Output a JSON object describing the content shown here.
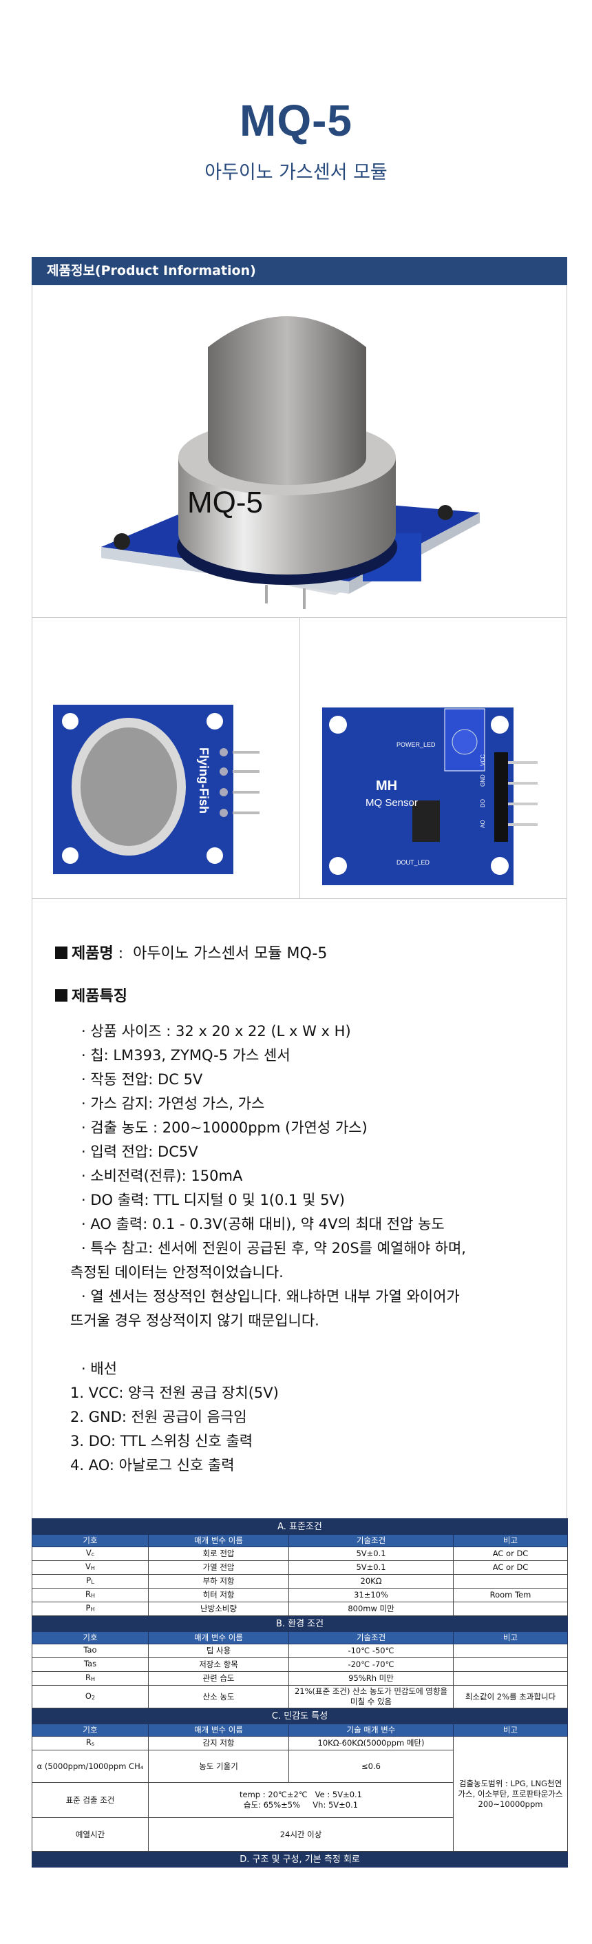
{
  "header": {
    "title": "MQ-5",
    "subtitle": "아두이노 가스센서 모듈"
  },
  "info_bar": {
    "label": "제품정보(Product Information)"
  },
  "images": {
    "main_label": "MQ-5",
    "front_label": "Flying-Fish",
    "back_labels": {
      "brand": "MH",
      "name": "MQ Sensor",
      "power_led": "POWER_LED",
      "dout_led": "DOUT_LED",
      "pins": [
        "VCC",
        "GND",
        "DO",
        "AO"
      ]
    }
  },
  "product": {
    "name_label": "제품명",
    "name_value": "아두이노 가스센서 모듈 MQ-5",
    "features_label": "제품특징",
    "features": [
      "· 상품 사이즈 : 32 x 20 x 22 (L x W x H)",
      "· 칩: LM393, ZYMQ-5 가스 센서",
      "· 작동 전압: DC 5V",
      "· 가스 감지: 가연성 가스, 가스",
      "· 검출 농도 : 200~10000ppm (가연성 가스)",
      "· 입력 전압: DC5V",
      "· 소비전력(전류): 150mA",
      "· DO 출력: TTL 디지털 0 및 1(0.1 및 5V)",
      "· AO 출력: 0.1 - 0.3V(공해 대비), 약 4V의 최대 전압 농도",
      "· 특수 참고: 센서에 전원이 공급된 후, 약 20S를 예열해야 하며,",
      "측정된 데이터는 안정적이었습니다.",
      "· 열 센서는 정상적인 현상입니다. 왜냐하면 내부 가열 와이어가",
      "뜨거울 경우 정상적이지 않기 때문입니다."
    ],
    "wiring_label": "· 배선",
    "wiring": [
      "1. VCC: 양극 전원 공급 장치(5V)",
      "2. GND: 전원 공급이 음극임",
      "3. DO: TTL 스위칭 신호 출력",
      "4. AO: 아날로그 신호 출력"
    ]
  },
  "spec": {
    "a_title": "A. 표준조건",
    "a_headers": [
      "기호",
      "매개 변수 이름",
      "기술조건",
      "비고"
    ],
    "a_rows": [
      {
        "sym": "V",
        "sub": "c",
        "name": "회로 전압",
        "cond": "5V±0.1",
        "note": "AC or DC"
      },
      {
        "sym": "V",
        "sub": "H",
        "name": "가열 전압",
        "cond": "5V±0.1",
        "note": "AC or DC"
      },
      {
        "sym": "P",
        "sub": "L",
        "name": "부하 저항",
        "cond": "20KΩ",
        "note": ""
      },
      {
        "sym": "R",
        "sub": "H",
        "name": "히터 저항",
        "cond": "31±10%",
        "note": "Room Tem"
      },
      {
        "sym": "P",
        "sub": "H",
        "name": "난방소비량",
        "cond": "800mw 미만",
        "note": ""
      }
    ],
    "b_title": "B. 환경 조건",
    "b_headers": [
      "기호",
      "매개 변수 이름",
      "기술조건",
      "비고"
    ],
    "b_rows": [
      {
        "sym": "Tao",
        "sub": "",
        "name": "팁 사용",
        "cond": "-10℃ -50℃",
        "note": ""
      },
      {
        "sym": "Tas",
        "sub": "",
        "name": "저장소 항목",
        "cond": "-20℃ -70℃",
        "note": ""
      },
      {
        "sym": "R",
        "sub": "H",
        "name": "관련 습도",
        "cond": "95%Rh 미만",
        "note": ""
      },
      {
        "sym": "O",
        "sub": "2",
        "name": "산소 농도",
        "cond": "21%(표준 조건) 산소 농도가 민감도에 영향을 미칠 수 있음",
        "note": "최소값이 2%를 초과합니다"
      }
    ],
    "c_title": "C. 민감도 특성",
    "c_headers": [
      "기호",
      "매개 변수 이름",
      "기술 매개 변수",
      "비고"
    ],
    "c_rs": {
      "sym": "R",
      "sub": "s",
      "name": "감지 저항",
      "cond": "10KΩ-60KΩ(5000ppm 메탄)"
    },
    "c_alpha": {
      "sym": "α (5000ppm/1000ppm CH₄",
      "name": "농도 기울기",
      "cond": "≤0.6"
    },
    "c_std": {
      "label": "표준 검출 조건",
      "line1": "temp : 20℃±2℃   Ve : 5V±0.1",
      "line2": "습도: 65%±5%     Vh: 5V±0.1"
    },
    "c_preheat": {
      "label": "예열시간",
      "value": "24시간 이상"
    },
    "c_note": "검출농도범위 : LPG, LNG천연가스, 이소부탄, 프로판타운가스 200~10000ppm",
    "d_title": "D. 구조 및 구성, 기본 측정 회로"
  },
  "colors": {
    "brand": "#27497c",
    "section": "#1f3561",
    "colheader": "#2f5ea4",
    "pcb": "#1d3fa8"
  }
}
